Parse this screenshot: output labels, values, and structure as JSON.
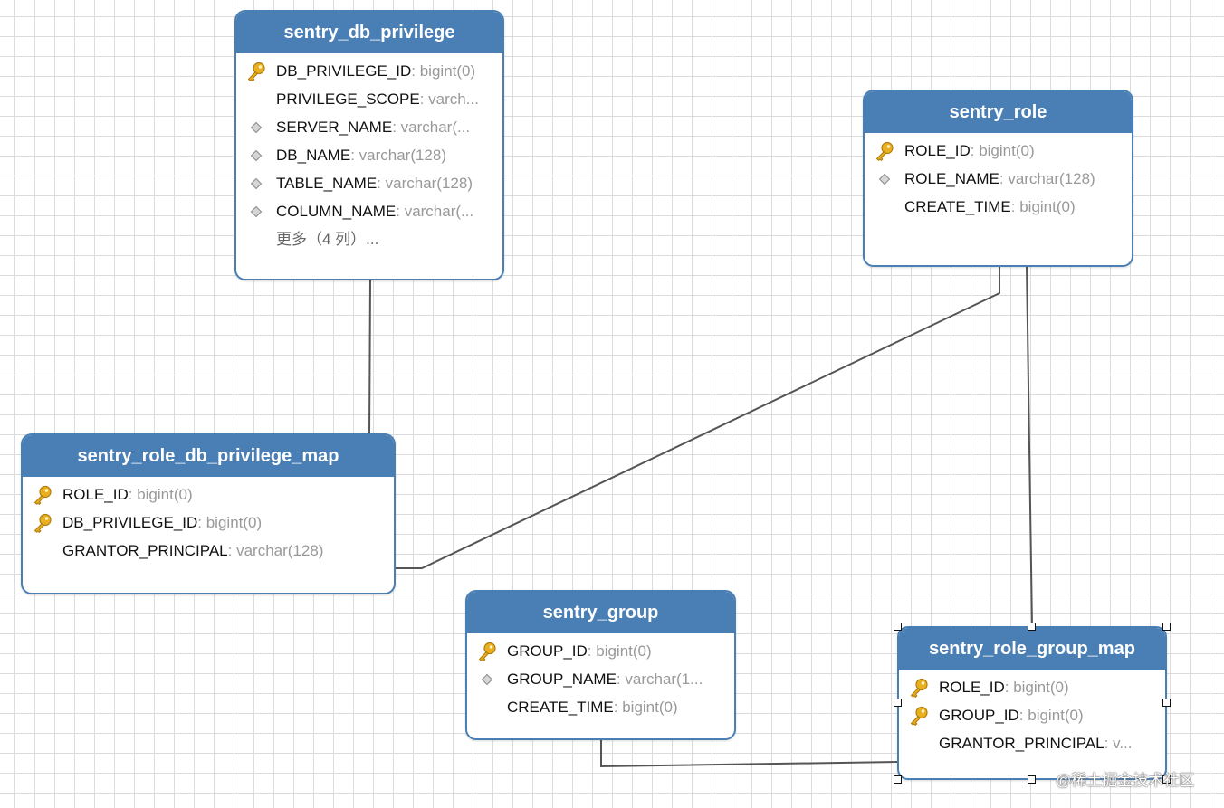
{
  "entities": {
    "db_privilege": {
      "title": "sentry_db_privilege",
      "columns": [
        {
          "name": "DB_PRIVILEGE_ID",
          "type": ": bigint(0)",
          "icon": "key-icon"
        },
        {
          "name": "PRIVILEGE_SCOPE",
          "type": ": varch...",
          "icon": ""
        },
        {
          "name": "SERVER_NAME",
          "type": ": varchar(...",
          "icon": "diamond-icon"
        },
        {
          "name": "DB_NAME",
          "type": ": varchar(128)",
          "icon": "diamond-icon"
        },
        {
          "name": "TABLE_NAME",
          "type": ": varchar(128)",
          "icon": "diamond-icon"
        },
        {
          "name": "COLUMN_NAME",
          "type": ": varchar(...",
          "icon": "diamond-icon"
        }
      ],
      "more": "更多（4 列）..."
    },
    "role": {
      "title": "sentry_role",
      "columns": [
        {
          "name": "ROLE_ID",
          "type": ": bigint(0)",
          "icon": "key-icon"
        },
        {
          "name": "ROLE_NAME",
          "type": ": varchar(128)",
          "icon": "diamond-icon"
        },
        {
          "name": "CREATE_TIME",
          "type": ": bigint(0)",
          "icon": ""
        }
      ]
    },
    "role_db_privilege_map": {
      "title": "sentry_role_db_privilege_map",
      "columns": [
        {
          "name": "ROLE_ID",
          "type": ": bigint(0)",
          "icon": "key-icon"
        },
        {
          "name": "DB_PRIVILEGE_ID",
          "type": ": bigint(0)",
          "icon": "key-icon"
        },
        {
          "name": "GRANTOR_PRINCIPAL",
          "type": ": varchar(128)",
          "icon": ""
        }
      ]
    },
    "group": {
      "title": "sentry_group",
      "columns": [
        {
          "name": "GROUP_ID",
          "type": ": bigint(0)",
          "icon": "key-icon"
        },
        {
          "name": "GROUP_NAME",
          "type": ": varchar(1...",
          "icon": "diamond-icon"
        },
        {
          "name": "CREATE_TIME",
          "type": ": bigint(0)",
          "icon": ""
        }
      ]
    },
    "role_group_map": {
      "title": "sentry_role_group_map",
      "columns": [
        {
          "name": "ROLE_ID",
          "type": ": bigint(0)",
          "icon": "key-icon"
        },
        {
          "name": "GROUP_ID",
          "type": ": bigint(0)",
          "icon": "key-icon"
        },
        {
          "name": "GRANTOR_PRINCIPAL",
          "type": ": v...",
          "icon": ""
        }
      ]
    }
  },
  "watermark": "@稀土掘金技术社区",
  "colors": {
    "header": "#4a7fb5",
    "type_text": "#999999",
    "key": "#e8b021",
    "connector": "#555555"
  }
}
